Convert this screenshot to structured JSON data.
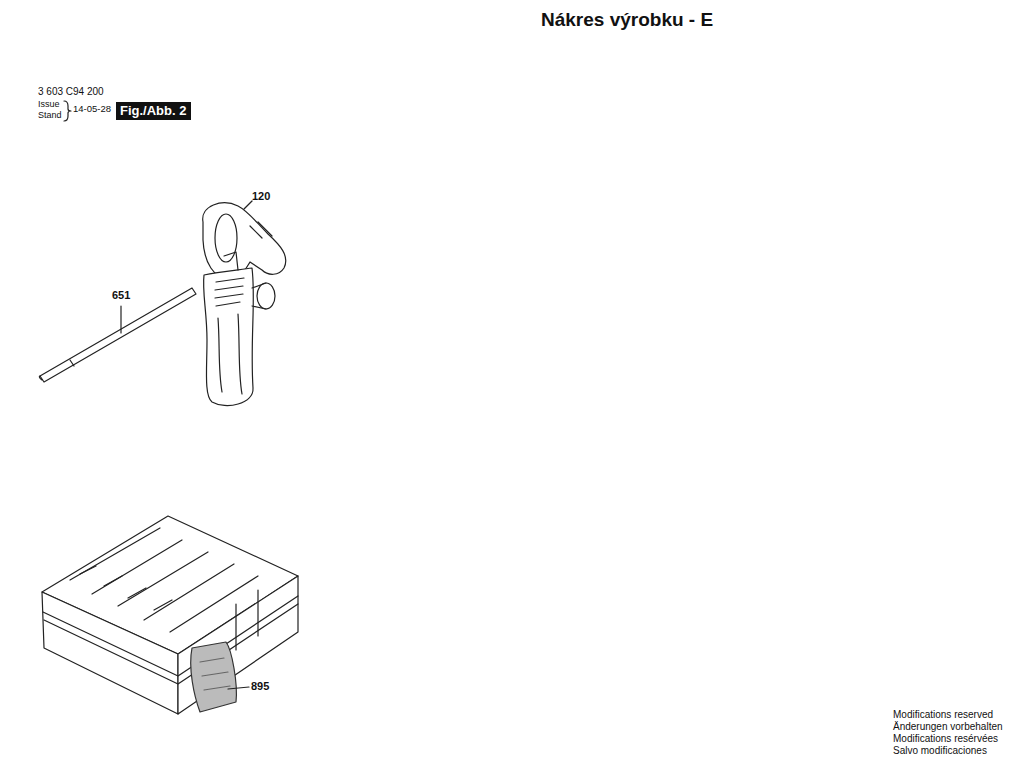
{
  "diagram": {
    "title": "Nákres výrobku - E",
    "nodes": [
      {
        "text": [
          "Fig./Abb. 2"
        ]
      }
    ],
    "labels": [
      "3 603 C94 200",
      "Issue",
      "Stand",
      "14-05-28",
      "120",
      "651",
      "895",
      "Modifications reserved",
      "Änderungen vorbehalten",
      "Modifications resérvées",
      "Salvo modificaciones"
    ]
  }
}
